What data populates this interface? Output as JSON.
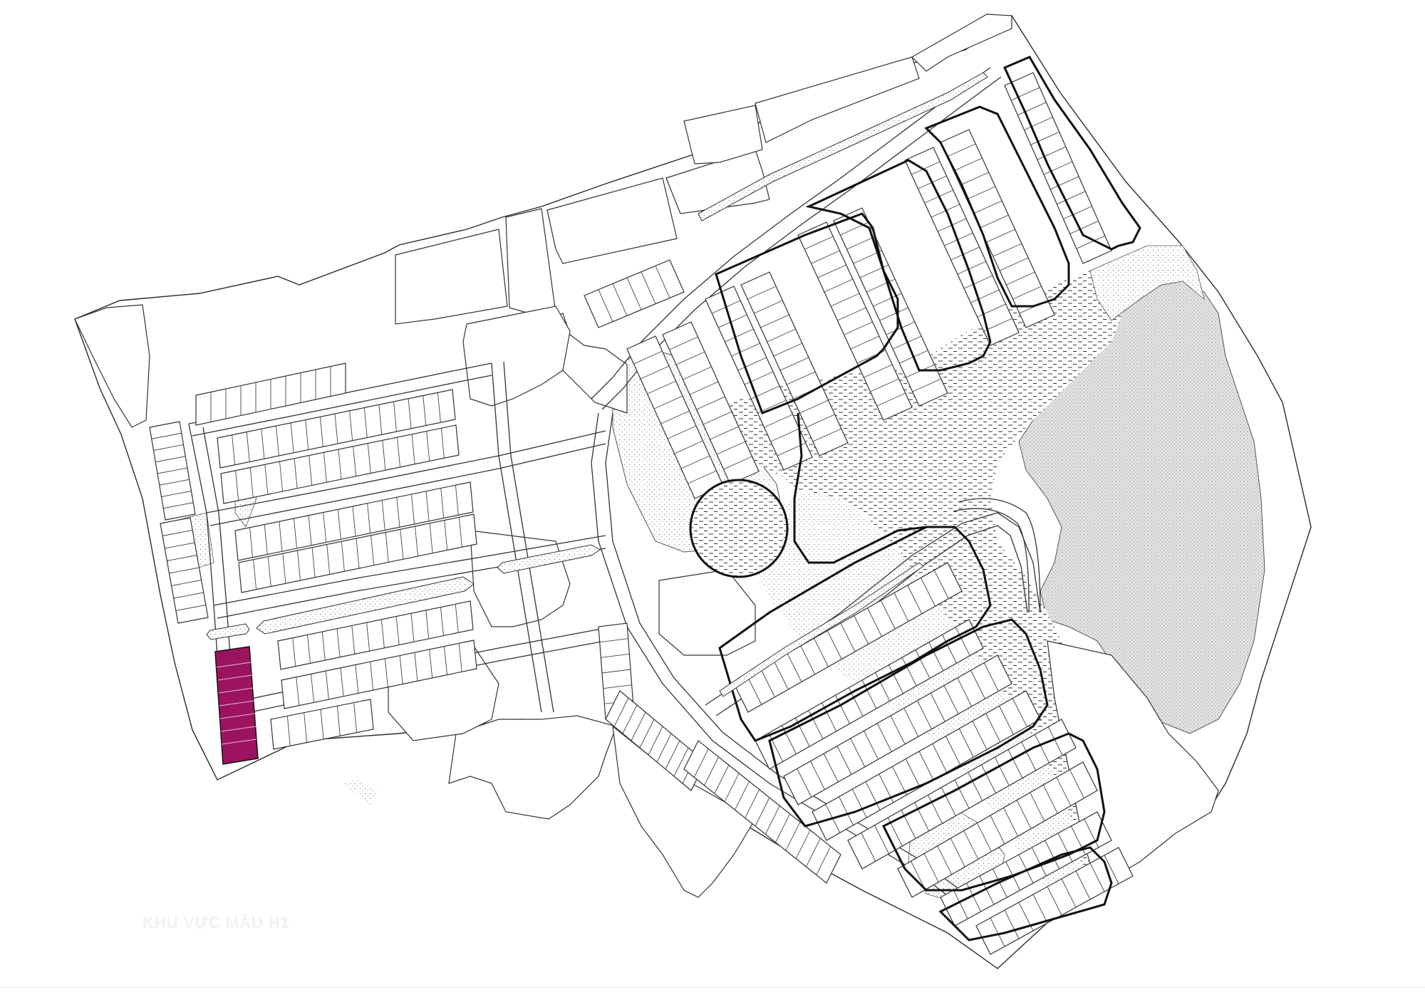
{
  "watermark": "KHU VỰC MẪU H1",
  "colors": {
    "background": "#ffffff",
    "line": "#2a2a2a",
    "thin_line": "#555555",
    "highlight": "#9c1460",
    "stipple": "#b8b8b8",
    "landscape": "#e6e6e6"
  },
  "legend_icons": [
    "plot-lines",
    "stipple-pattern",
    "dash-hatch-pattern",
    "highlighted-lot"
  ]
}
